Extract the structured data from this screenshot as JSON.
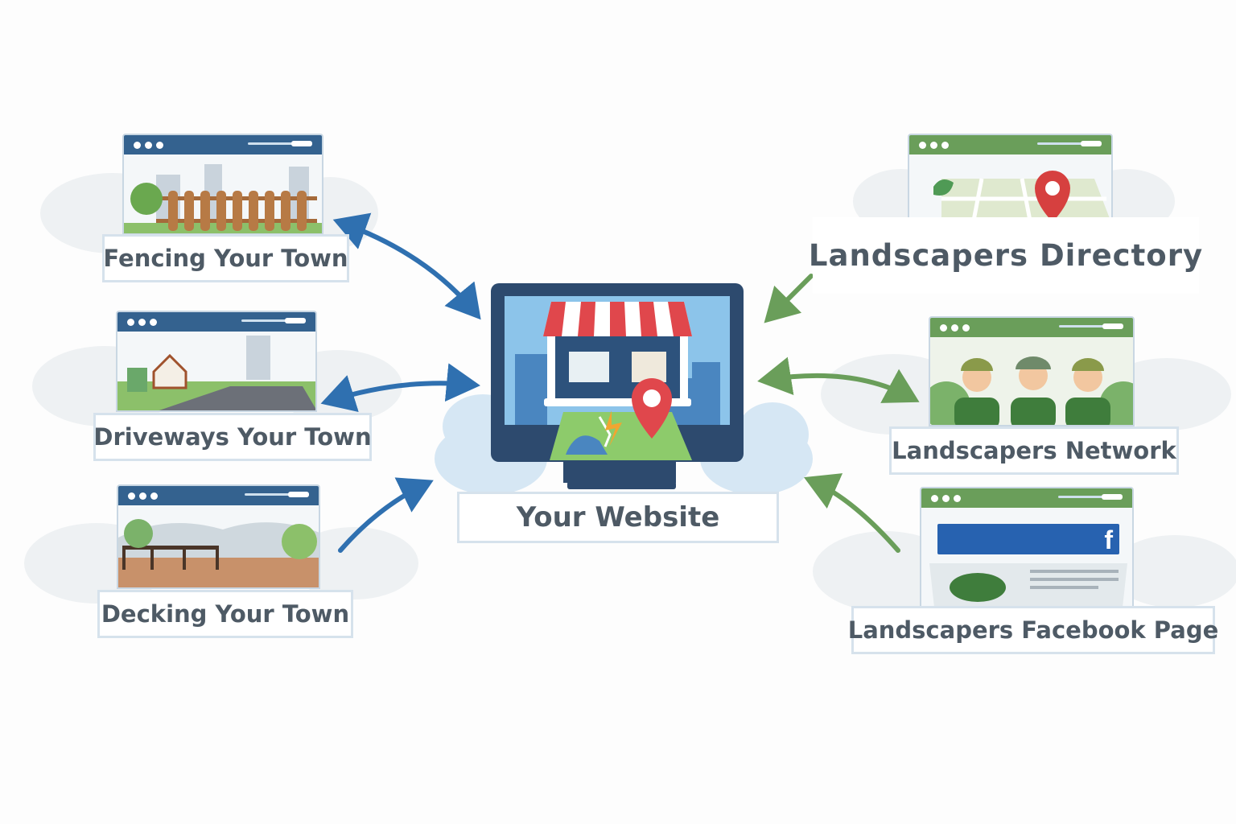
{
  "center": {
    "label": "Your Website",
    "icons": [
      "storefront-icon",
      "map-pin-icon",
      "map-icon"
    ]
  },
  "left_sites": [
    {
      "label": "Fencing Your Town",
      "scene": "fence-icon"
    },
    {
      "label": "Driveways Your Town",
      "scene": "driveway-icon"
    },
    {
      "label": "Decking Your Town",
      "scene": "deck-icon"
    }
  ],
  "right_sites": [
    {
      "label": "Landscapers Directory",
      "scene": "map-pin-icon"
    },
    {
      "label": "Landscapers Network",
      "scene": "people-icon"
    },
    {
      "label": "Landscapers Facebook Page",
      "scene": "facebook-icon",
      "fb_letter": "f"
    }
  ],
  "colors": {
    "left_accent": "#34628f",
    "right_accent": "#6a9e5a",
    "arrow_blue": "#2f70b0",
    "arrow_green": "#6a9e5a",
    "awning_red": "#e0474c"
  }
}
